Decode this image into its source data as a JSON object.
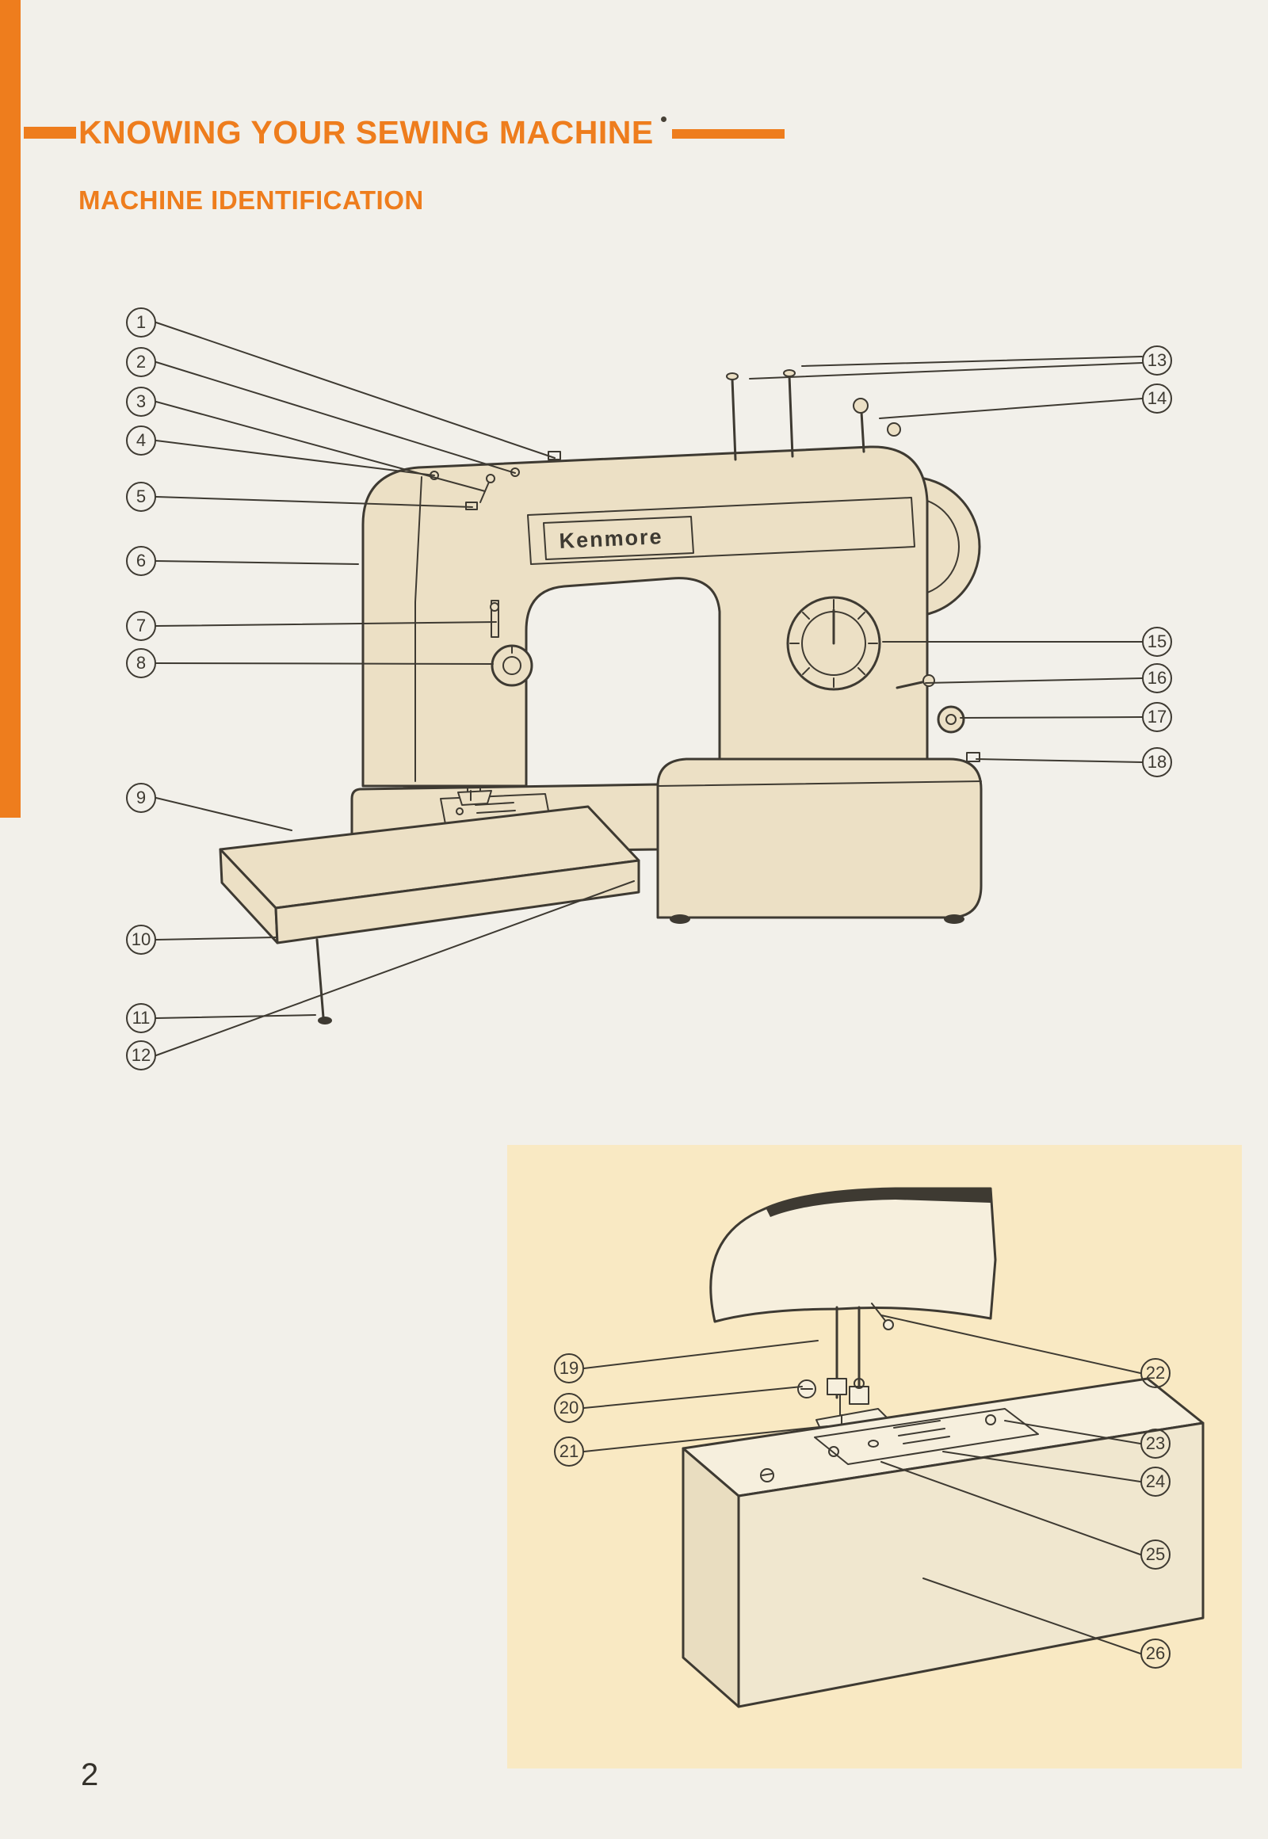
{
  "page": {
    "title": "KNOWING YOUR SEWING MACHINE",
    "subtitle": "MACHINE IDENTIFICATION",
    "page_number": "2"
  },
  "machine": {
    "brand_label": "Kenmore"
  },
  "diagram": {
    "callouts": [
      "1",
      "2",
      "3",
      "4",
      "5",
      "6",
      "7",
      "8",
      "9",
      "10",
      "11",
      "12",
      "13",
      "14",
      "15",
      "16",
      "17",
      "18",
      "19",
      "20",
      "21",
      "22",
      "23",
      "24",
      "25",
      "26"
    ]
  },
  "colors": {
    "accent_orange": "#ee7d1d",
    "page_background": "#f2f0ea",
    "inset_background": "#f9e9c3",
    "machine_body": "#ece0c5",
    "line": "#3e3a32"
  }
}
